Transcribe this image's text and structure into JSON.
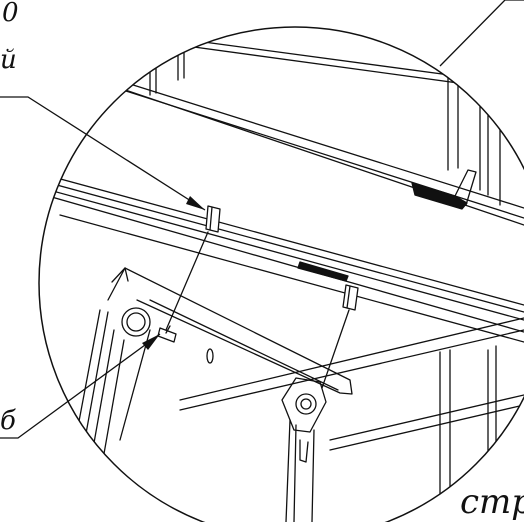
{
  "labels": {
    "top_left_fragment": "0",
    "mid_left_fragment": "й",
    "bottom_left_fragment": "б",
    "bottom_right_fragment": "стр"
  },
  "colors": {
    "ink": "#111111",
    "background": "#ffffff"
  }
}
